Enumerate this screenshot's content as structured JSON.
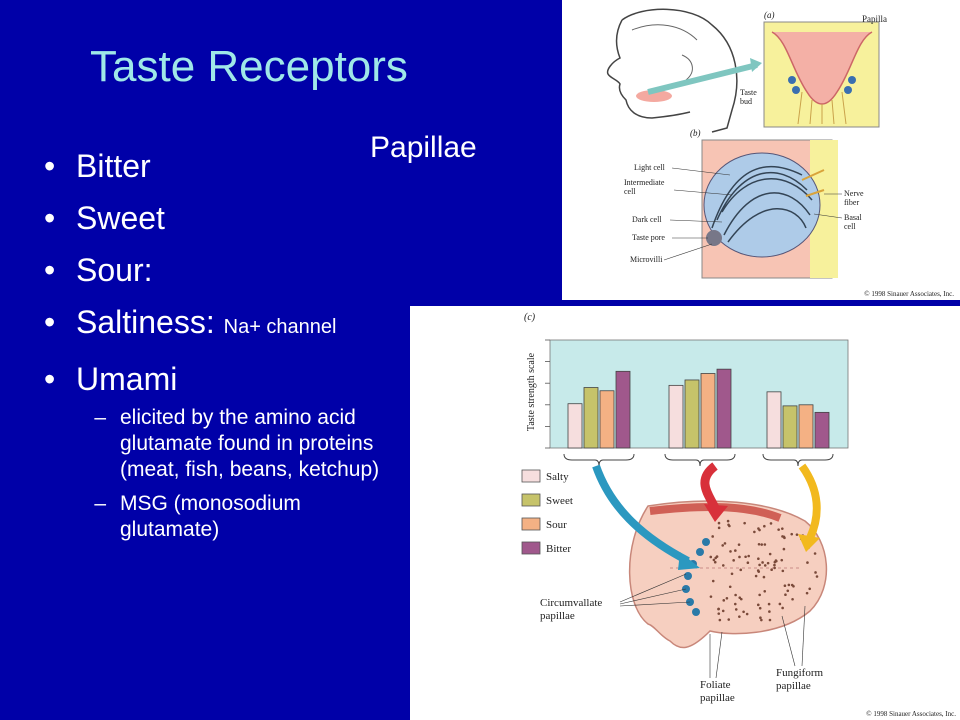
{
  "slide": {
    "title": "Taste Receptors",
    "papillae_label": "Papillae",
    "bullets": [
      {
        "label": "Bitter"
      },
      {
        "label": "Sweet"
      },
      {
        "label": "Sour:"
      },
      {
        "label": "Saltiness:",
        "note": "Na+ channel"
      },
      {
        "label": "Umami"
      }
    ],
    "umami_sub": [
      "elicited by the amino acid glutamate found in proteins (meat, fish, beans, ketchup)",
      "MSG (monosodium glutamate)"
    ],
    "bullet_glyph": "•",
    "dash_glyph": "–",
    "colors": {
      "background": "#0000a8",
      "title": "#9fe8e8",
      "text": "#ffffff"
    }
  },
  "figure_top": {
    "label_a": "(a)",
    "label_papilla": "Papilla",
    "label_taste_bud": [
      "Taste",
      "bud"
    ],
    "label_b": "(b)",
    "left_labels": [
      "Light cell",
      "Intermediate",
      "cell",
      "Dark cell",
      "Taste pore",
      "Microvilli"
    ],
    "right_labels": [
      "Nerve",
      "fiber",
      "Basal",
      "cell"
    ],
    "copyright": "© 1998 Sinauer Associates, Inc."
  },
  "figure_bottom": {
    "label_c": "(c)",
    "ylabel": "Taste strength scale",
    "legend": [
      {
        "name": "Salty",
        "color": "#f6dede"
      },
      {
        "name": "Sweet",
        "color": "#c6c36a"
      },
      {
        "name": "Sour",
        "color": "#f4b184"
      },
      {
        "name": "Bitter",
        "color": "#a0588c"
      }
    ],
    "papillae_labels": {
      "circumvallate": [
        "Circumvallate",
        "papillae"
      ],
      "foliate": [
        "Foliate",
        "papillae"
      ],
      "fungiform": [
        "Fungiform",
        "papillae"
      ]
    },
    "copyright": "© 1998 Sinauer Associates, Inc."
  },
  "chart_data": {
    "type": "bar",
    "title": "",
    "xlabel": "",
    "ylabel": "Taste strength scale",
    "categories": [
      "Circumvallate papillae",
      "Foliate papillae",
      "Fungiform papillae"
    ],
    "series": [
      {
        "name": "Salty",
        "values": [
          0.41,
          0.58,
          0.52
        ]
      },
      {
        "name": "Sweet",
        "values": [
          0.56,
          0.63,
          0.39
        ]
      },
      {
        "name": "Sour",
        "values": [
          0.53,
          0.69,
          0.4
        ]
      },
      {
        "name": "Bitter",
        "values": [
          0.71,
          0.73,
          0.33
        ]
      }
    ],
    "ylim": [
      0,
      1
    ],
    "grid": false,
    "legend_position": "bottom-left"
  }
}
